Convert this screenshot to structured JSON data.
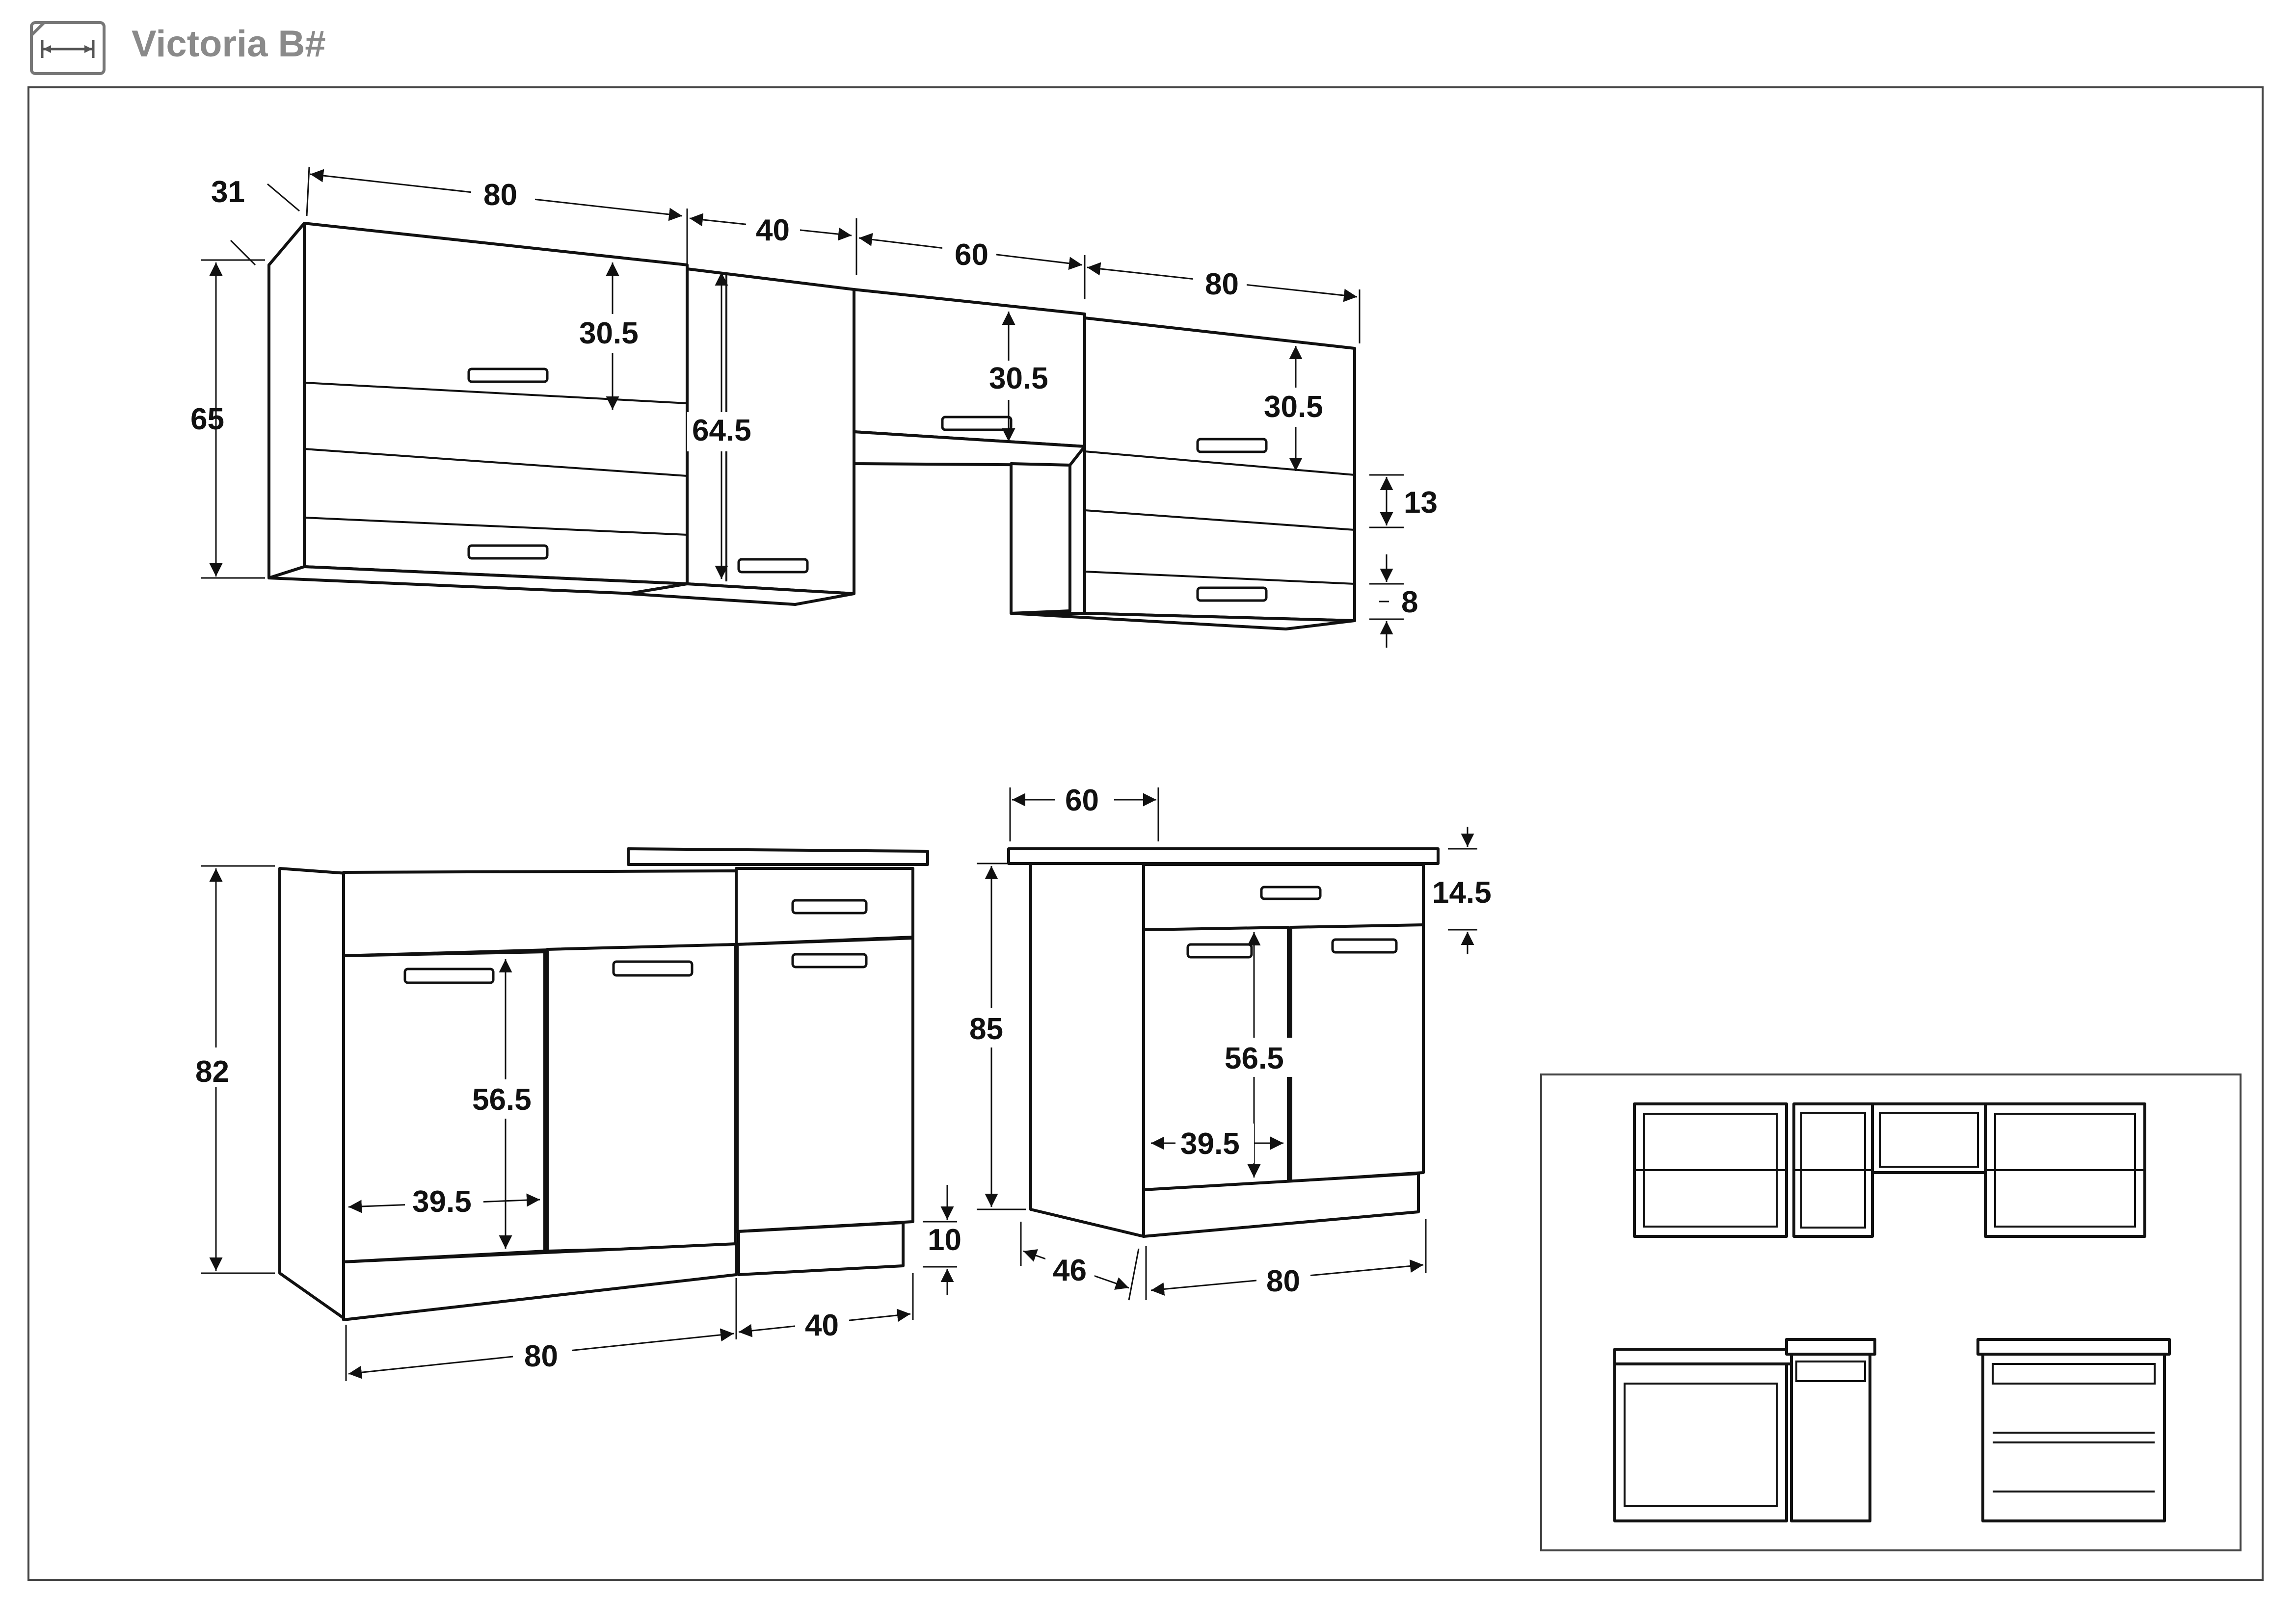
{
  "header": {
    "title": "Victoria B#",
    "title_color": "#8a8a8a",
    "icon": "width-dimension-icon"
  },
  "upper_cabinets": {
    "depth": "31",
    "height": "65",
    "widths": [
      "80",
      "40",
      "60",
      "80"
    ],
    "flap_height_left": "30.5",
    "tall_door_height": "64.5",
    "flap_height_middle": "30.5",
    "flap_height_right": "30.5",
    "shelf_gap": "13",
    "bottom_rail": "8"
  },
  "lower_left": {
    "height": "82",
    "door_height": "56.5",
    "door_width": "39.5",
    "plinth": "10",
    "widths": [
      "80",
      "40"
    ]
  },
  "lower_right": {
    "top_width": "60",
    "height": "85",
    "drawer_height": "14.5",
    "door_height": "56.5",
    "door_width": "39.5",
    "depth": "46",
    "width": "80"
  },
  "inset": {
    "views": [
      "upper-cabinets-open-view",
      "sink-base-open-view",
      "drawer-base-open-view"
    ]
  }
}
